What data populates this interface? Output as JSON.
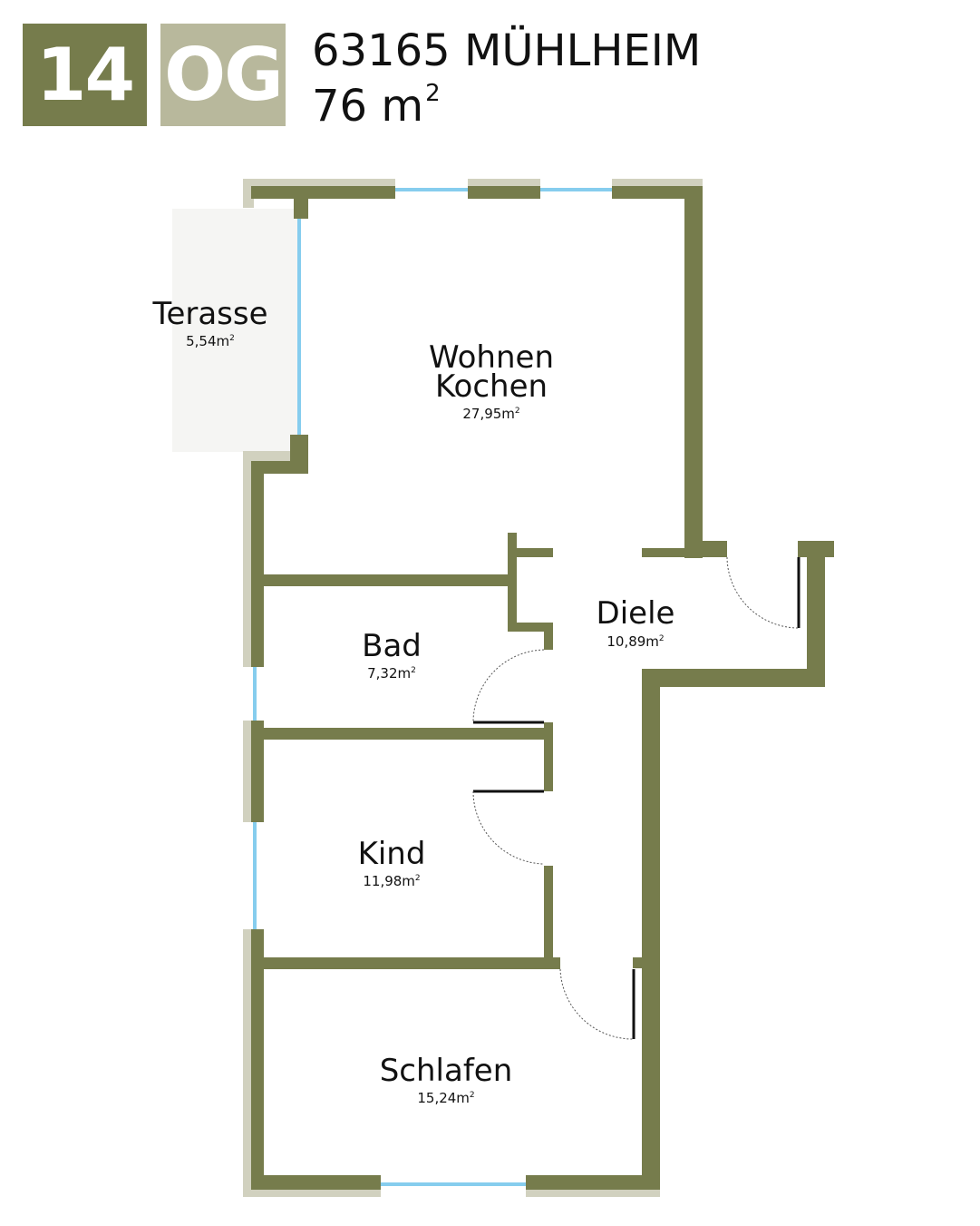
{
  "header": {
    "unit_number": "14",
    "floor": "OG",
    "city": "63165 MÜHLHEIM",
    "area_value": "76 m",
    "area_superscript": "2"
  },
  "colors": {
    "wall": "#767c4c",
    "wall_shadow": "#d1d1bf",
    "window": "#86cdee",
    "terrace": "#f5f5f3",
    "floor_badge": "#b8b89c"
  },
  "rooms": [
    {
      "id": "wohnen",
      "name_line1": "Wohnen",
      "name_line2": "Kochen",
      "area": "27,95m",
      "area_sup": "2"
    },
    {
      "id": "terasse",
      "name_line1": "Terasse",
      "area": "5,54m",
      "area_sup": "2"
    },
    {
      "id": "diele",
      "name_line1": "Diele",
      "area": "10,89m",
      "area_sup": "2"
    },
    {
      "id": "bad",
      "name_line1": "Bad",
      "area": "7,32m",
      "area_sup": "2"
    },
    {
      "id": "kind",
      "name_line1": "Kind",
      "area": "11,98m",
      "area_sup": "2"
    },
    {
      "id": "schlafen",
      "name_line1": "Schlafen",
      "area": "15,24m",
      "area_sup": "2"
    }
  ]
}
